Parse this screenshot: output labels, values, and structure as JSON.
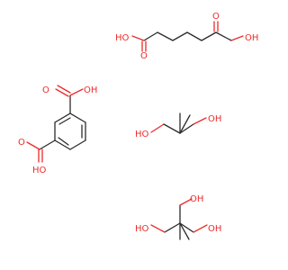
{
  "palette": {
    "bond": "#2b2b2b",
    "heteroatom": "#ee2a2a"
  },
  "molecules": {
    "adipic_acid": {
      "labels": [
        "HO",
        "O",
        "O",
        "OH"
      ]
    },
    "isophthalic_acid": {
      "labels": [
        "O",
        "OH",
        "O",
        "HO"
      ]
    },
    "neopentyl_glycol": {
      "labels": [
        "HO",
        "OH"
      ]
    },
    "trimethylolethane": {
      "labels": [
        "OH",
        "HO",
        "OH"
      ]
    }
  }
}
